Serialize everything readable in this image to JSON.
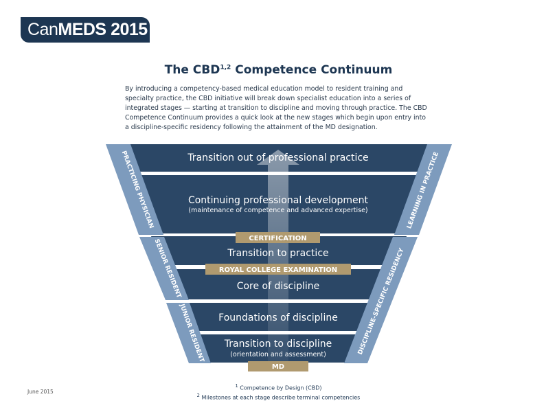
{
  "logo": {
    "brand_a": "Can",
    "brand_b": "MEDS",
    "year": "2015"
  },
  "title": {
    "main": "The CBD",
    "superscript": "1,2",
    "rest": " Competence Continuum"
  },
  "intro": "By introducing a competency-based medical education model to resident training and specialty practice, the CBD initiative will break down specialist education into a series of integrated stages — starting at transition to discipline and moving through practice. The CBD Competence Continuum provides a quick look at the new stages which begin upon entry into a discipline-specific residency following the attainment of the MD designation.",
  "stages": {
    "transition_out": "Transition out of professional practice",
    "cpd_title": "Continuing professional development",
    "cpd_sub": "(maintenance of competence and advanced expertise)",
    "transition_practice": "Transition to practice",
    "core": "Core of discipline",
    "foundations": "Foundations of discipline",
    "transition_discipline": "Transition to discipline",
    "transition_discipline_sub": "(orientation and assessment)"
  },
  "milestones": {
    "certification": "CERTIFICATION",
    "exam": "ROYAL COLLEGE EXAMINATION",
    "md": "MD"
  },
  "side_labels": {
    "practicing_physician": "PRACTICING PHYSICIAN",
    "senior_resident": "SENIOR RESIDENT",
    "junior_resident": "JUNIOR RESIDENT",
    "learning_in_practice": "LEARNING IN PRACTICE",
    "discipline_residency": "DISCIPLINE-SPECIFIC RESIDENCY"
  },
  "footnotes": {
    "note1_mark": "1",
    "note1": " Competence by Design (CBD)",
    "note2_mark": "2",
    "note2": " Milestones at each stage describe terminal competencies"
  },
  "date": "June 2015",
  "colors": {
    "navy": "#2b4766",
    "band": "#7d9bbd",
    "tan": "#b09a6f",
    "logo": "#1d3652"
  }
}
